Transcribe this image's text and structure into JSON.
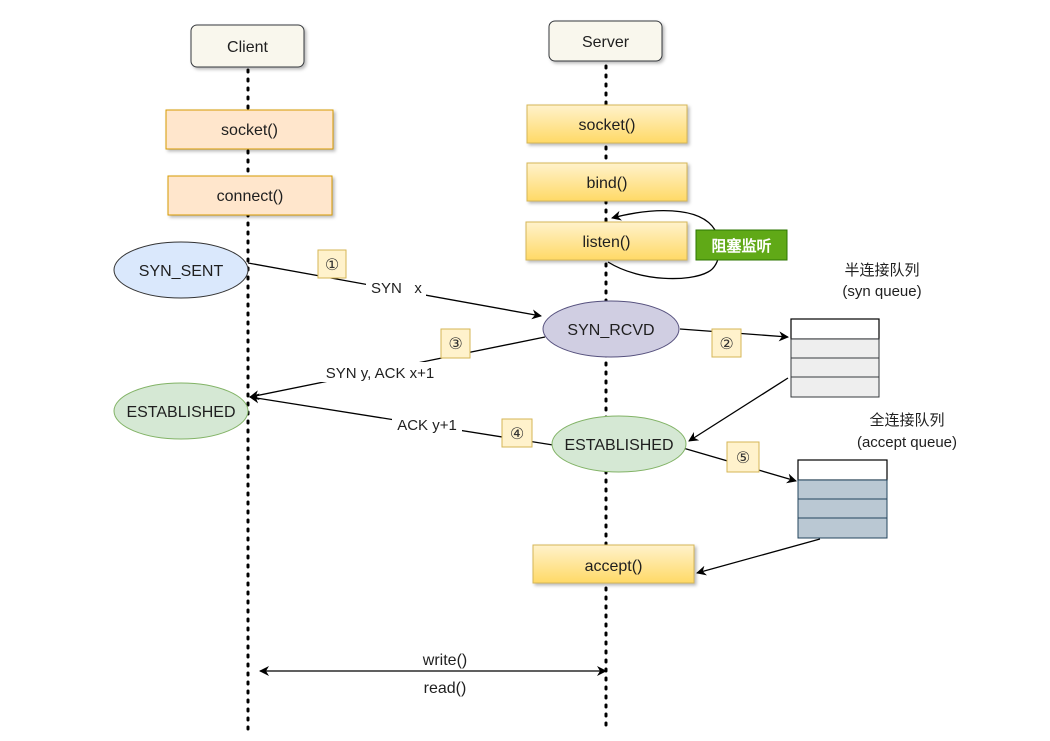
{
  "participants": {
    "client": "Client",
    "server": "Server"
  },
  "client_calls": {
    "socket": "socket()",
    "connect": "connect()"
  },
  "server_calls": {
    "socket": "socket()",
    "bind": "bind()",
    "listen": "listen()",
    "accept": "accept()"
  },
  "blocking_tag": "阻塞监听",
  "states": {
    "syn_sent": "SYN_SENT",
    "syn_rcvd": "SYN_RCVD",
    "client_established": "ESTABLISHED",
    "server_established": "ESTABLISHED"
  },
  "messages": {
    "syn": "SYN   x",
    "syn_ack": "SYN y, ACK x+1",
    "ack": "ACK y+1",
    "write": "write()",
    "read": "read()"
  },
  "steps": [
    "①",
    "②",
    "③",
    "④",
    "⑤"
  ],
  "queues": {
    "syn_queue_title": "半连接队列",
    "syn_queue_sub": "(syn queue)",
    "accept_queue_title": "全连接队列",
    "accept_queue_sub": "(accept queue)"
  },
  "colors": {
    "client_box": "#ffe6cc",
    "client_box_border": "#d79b00",
    "server_box": "#ffd966",
    "server_box_border": "#d6b656",
    "syn_sent_fill": "#dae8fc",
    "syn_rcvd_fill": "#d0cee2",
    "established_fill": "#d5e8d4",
    "syn_queue_cell": "#eeeeee",
    "accept_queue_cell": "#bac8d3",
    "tag_fill": "#60a917"
  }
}
